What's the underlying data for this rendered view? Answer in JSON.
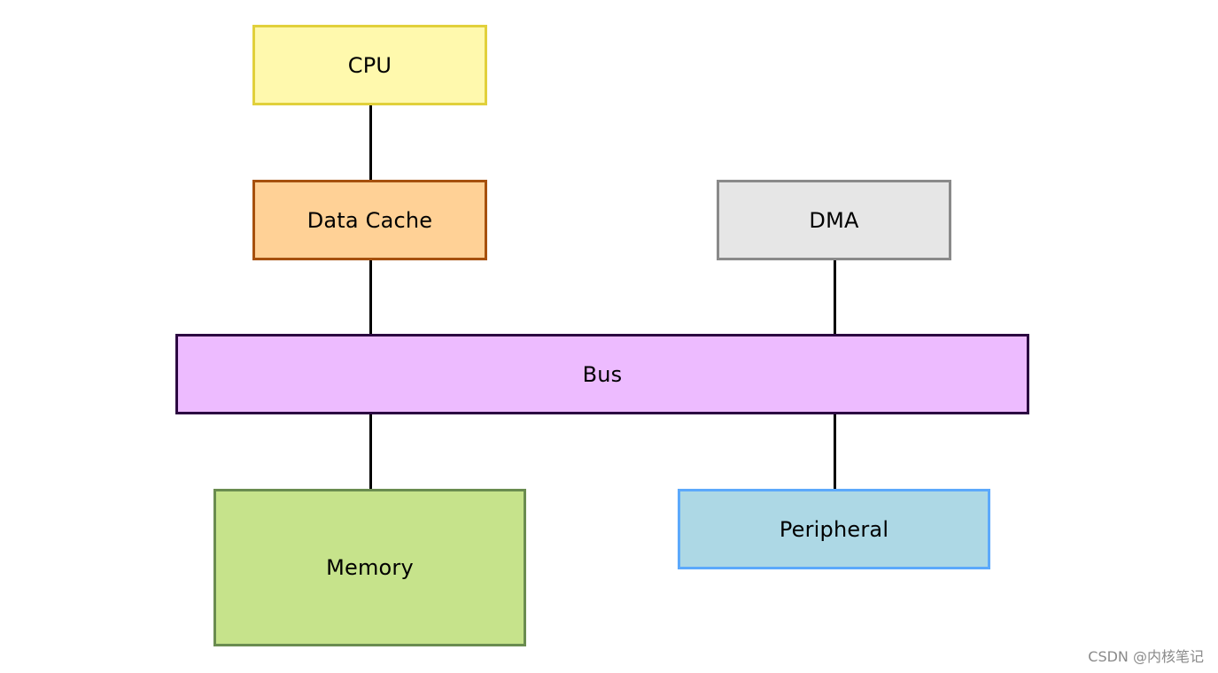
{
  "blocks": {
    "cpu": {
      "label": "CPU",
      "fill": "#fff9ad",
      "border": "#e1d03b"
    },
    "data_cache": {
      "label": "Data Cache",
      "fill": "#ffd196",
      "border": "#a6500d"
    },
    "dma": {
      "label": "DMA",
      "fill": "#e6e6e6",
      "border": "#8a8a8a"
    },
    "bus": {
      "label": "Bus",
      "fill": "#edbbff",
      "border": "#2c0641"
    },
    "memory": {
      "label": "Memory",
      "fill": "#c6e38b",
      "border": "#6a8c50"
    },
    "peripheral": {
      "label": "Peripheral",
      "fill": "#add8e5",
      "border": "#5ca9fb"
    }
  },
  "connections": [
    {
      "from": "CPU",
      "to": "Data Cache"
    },
    {
      "from": "Data Cache",
      "to": "Bus"
    },
    {
      "from": "DMA",
      "to": "Bus"
    },
    {
      "from": "Bus",
      "to": "Memory"
    },
    {
      "from": "Bus",
      "to": "Peripheral"
    }
  ],
  "wire_color": "#000000",
  "watermark": "CSDN @内核笔记"
}
